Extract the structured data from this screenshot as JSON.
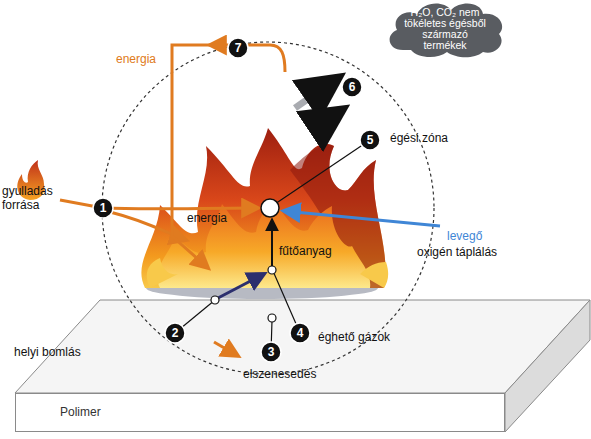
{
  "diagram": {
    "nodes": [
      {
        "text": [
          "H₂O, CO₂ nem tökéletes égésből származó termékek"
        ]
      },
      {
        "text": [
          "Polimer"
        ]
      }
    ],
    "labels": [
      "energia",
      "7",
      "6",
      "gyulladás forrása",
      "1",
      "5",
      "égési zóna",
      "energia",
      "levegő",
      "oxigén táplálás",
      "fűtőanyag",
      "2",
      "4",
      "éghető gázok",
      "helyi bomlás",
      "3",
      "elszenesedés"
    ]
  }
}
